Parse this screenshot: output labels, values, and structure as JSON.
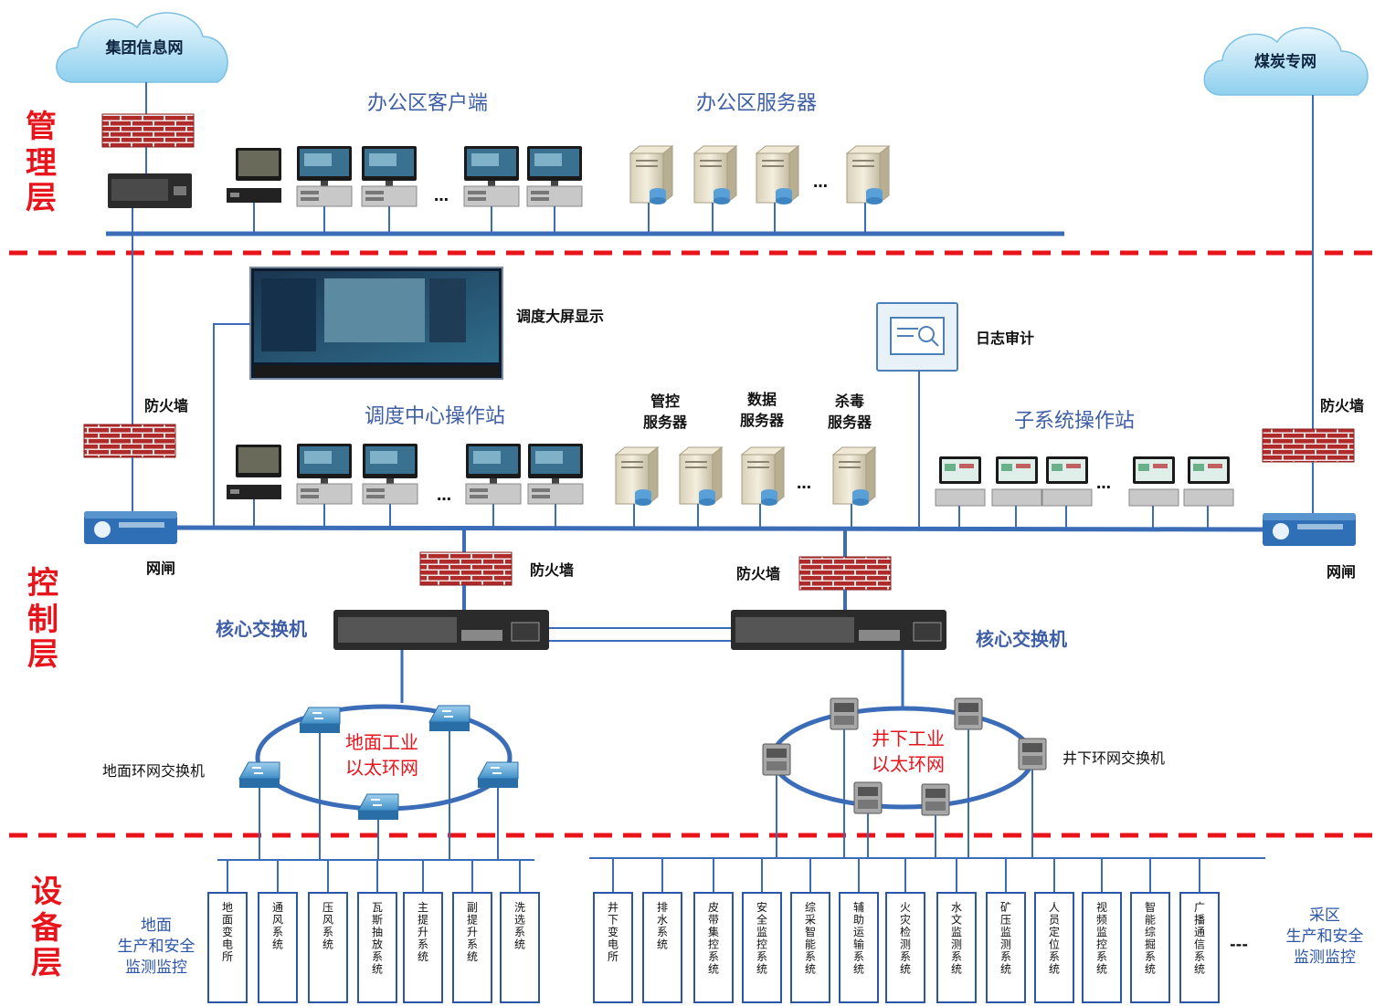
{
  "layers": {
    "management": [
      "管",
      "理",
      "层"
    ],
    "control": [
      "控",
      "制",
      "层"
    ],
    "equipment": [
      "设",
      "备",
      "层"
    ]
  },
  "clouds": {
    "left": "集团信息网",
    "right": "煤炭专网"
  },
  "management": {
    "clients_title": "办公区客户端",
    "servers_title": "办公区服务器"
  },
  "control": {
    "big_screen": "调度大屏显示",
    "log_audit": "日志审计",
    "firewall_left": "防火墙",
    "firewall_right": "防火墙",
    "gateway_left": "网闸",
    "gateway_right": "网闸",
    "dispatch_stations": "调度中心操作站",
    "servers": [
      [
        "管控",
        "服务器"
      ],
      [
        "数据",
        "服务器"
      ],
      [
        "杀毒",
        "服务器"
      ]
    ],
    "subsystem_stations": "子系统操作站",
    "core_firewall_left": "防火墙",
    "core_firewall_right": "防火墙",
    "core_switch_left": "核心交换机",
    "core_switch_right": "核心交换机",
    "ring_left": [
      "地面工业",
      "以太环网"
    ],
    "ring_right": [
      "井下工业",
      "以太环网"
    ],
    "ring_switch_left": "地面环网交换机",
    "ring_switch_right": "井下环网交换机",
    "ellipsis": "…"
  },
  "equipment": {
    "surface_label": [
      "地面",
      "生产和安全",
      "监测监控"
    ],
    "mine_label": [
      "采区",
      "生产和安全",
      "监测监控"
    ],
    "surface_systems": [
      "地面变电所",
      "通风系统",
      "压风系统",
      "瓦斯抽放系统",
      "主提升系统",
      "副提升系统",
      "洗选系统"
    ],
    "mine_systems": [
      "井下变电所",
      "排水系统",
      "皮带集控系统",
      "安全监控系统",
      "综采智能系统",
      "辅助运输系统",
      "火灾检测系统",
      "水文监测系统",
      "矿压监测系统",
      "人员定位系统",
      "视频监控系统",
      "智能综掘系统",
      "广播通信系统"
    ],
    "dashes": "---"
  },
  "colors": {
    "layer_red": "#e8141c",
    "line_blue": "#3b6cb7",
    "title_blue": "#3e5fa6",
    "firewall_red": "#b02a2a"
  }
}
